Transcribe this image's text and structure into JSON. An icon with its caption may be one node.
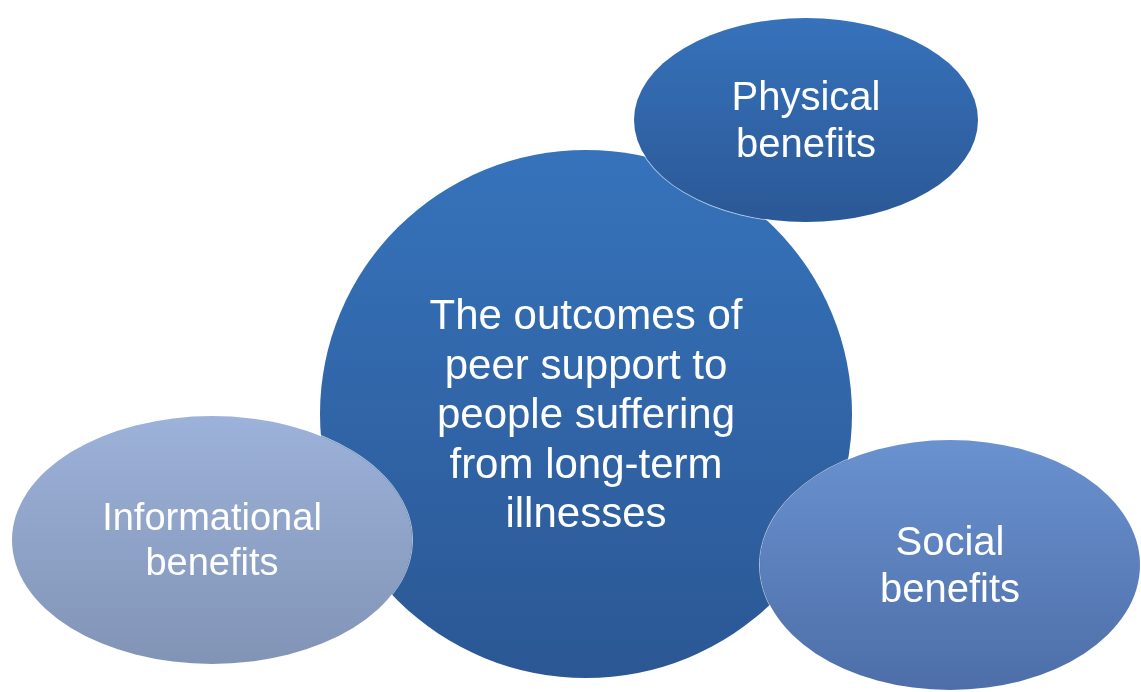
{
  "diagram": {
    "nodes": [
      {
        "text": [
          "Physical benefits"
        ]
      },
      {
        "text": [
          "The outcomes of peer support to people suffering from long-term illnesses"
        ]
      },
      {
        "text": [
          "Informational benefits"
        ]
      },
      {
        "text": [
          "Social benefits"
        ]
      }
    ]
  }
}
